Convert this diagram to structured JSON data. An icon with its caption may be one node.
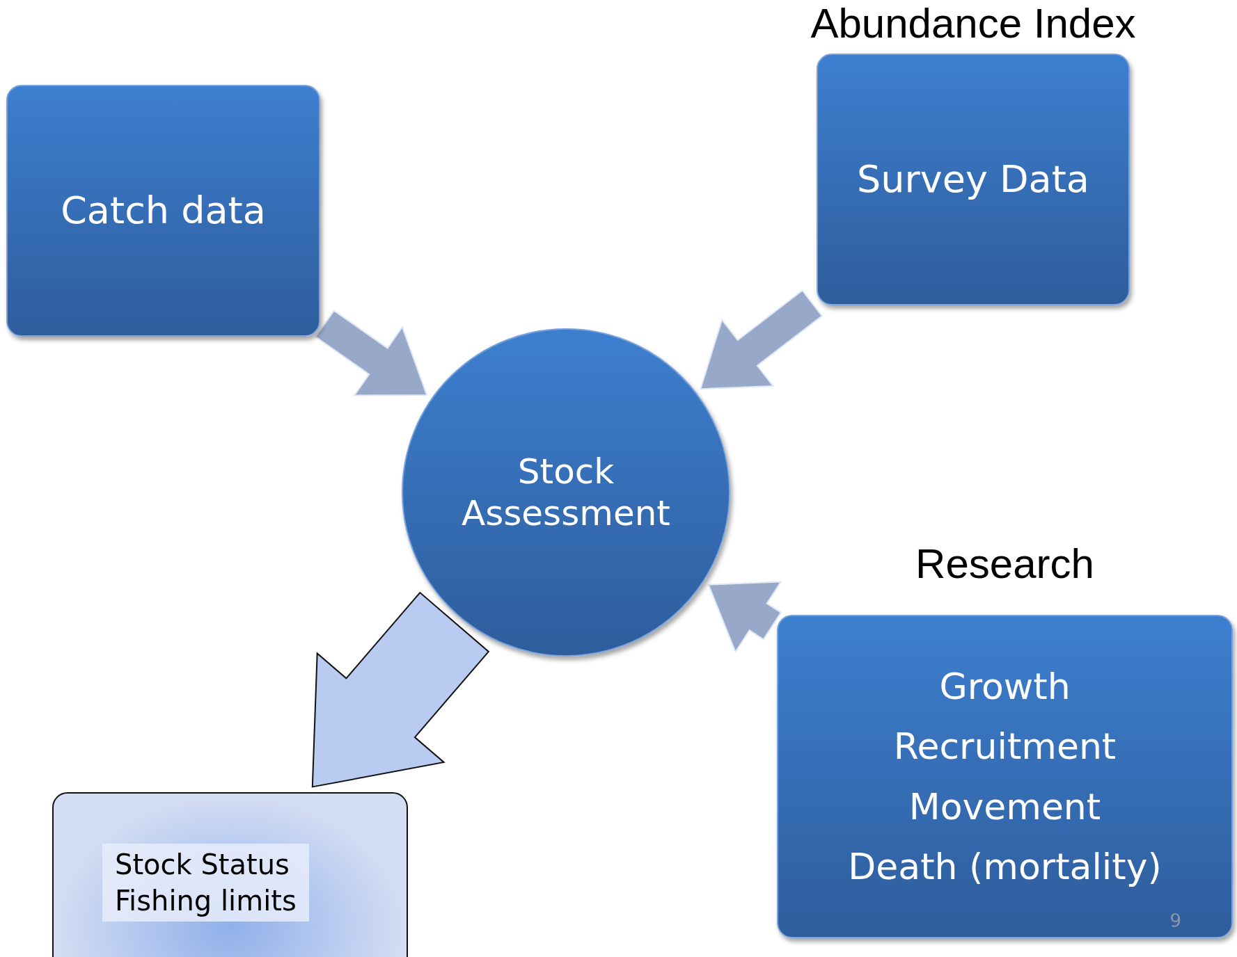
{
  "diagram": {
    "nodes": [
      {
        "text": [
          "Catch data"
        ]
      },
      {
        "text": [
          "Abundance Index",
          "Survey Data"
        ]
      },
      {
        "text": [
          "Stock Assessment"
        ]
      },
      {
        "text": [
          "Research",
          "Growth",
          "Recruitment",
          "Movement",
          "Death (mortality)"
        ]
      },
      {
        "text": [
          "Stock Status",
          "Fishing limits"
        ]
      }
    ],
    "edges": [
      {
        "from": 0,
        "to": 2,
        "arrow": "to"
      },
      {
        "from": 1,
        "to": 2,
        "arrow": "to"
      },
      {
        "from": 3,
        "to": 2,
        "arrow": "to"
      },
      {
        "from": 2,
        "to": 4,
        "arrow": "to"
      }
    ],
    "labels": [
      "9"
    ]
  }
}
